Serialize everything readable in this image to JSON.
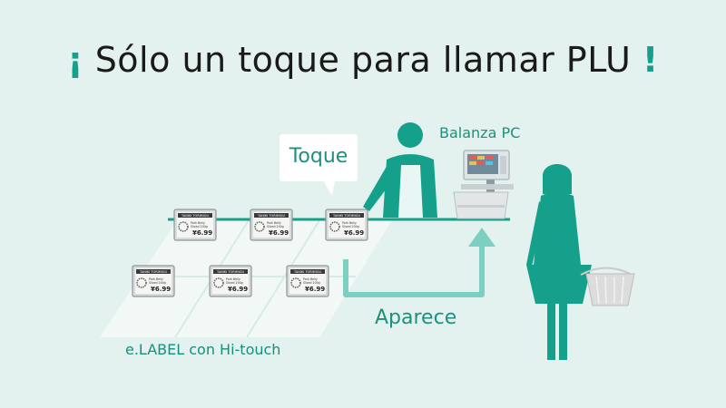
{
  "title": {
    "open_mark": "¡",
    "text": "Sólo un toque para llamar PLU",
    "close_mark": "!"
  },
  "labels": {
    "bubble": "Toque",
    "scale": "Balanza PC",
    "appears": "Aparece",
    "shelf": "e.LABEL con Hi-touch"
  },
  "tag": {
    "header": "TANIKI TORIMIGU",
    "name_line1": "Pork Belly",
    "name_line2": "Sliced 200g",
    "price": "¥6.99"
  },
  "colors": {
    "accent": "#14a08a",
    "accent_light": "#7dcfc1",
    "background": "#e3f2ef",
    "floor": "#f1f8f6"
  },
  "icons": [
    "person-clerk-icon",
    "person-customer-icon",
    "shopping-basket-icon",
    "pc-scale-icon",
    "arrow-up-icon"
  ]
}
